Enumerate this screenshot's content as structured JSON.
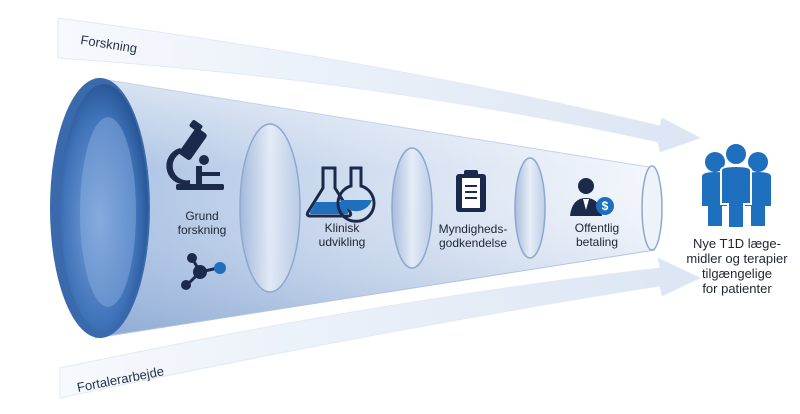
{
  "top_arrow": {
    "label": "Forskning"
  },
  "bottom_arrow": {
    "label": "Fortalerarbejde"
  },
  "stages": [
    {
      "label": "Grund\nforskning",
      "icons": [
        "microscope-icon",
        "molecule-icon"
      ]
    },
    {
      "label": "Klinisk\nudvikling",
      "icons": [
        "flask-icon"
      ]
    },
    {
      "label": "Myndigheds-\ngodkendelse",
      "icons": [
        "clipboard-icon"
      ]
    },
    {
      "label": "Offentlig\nbetaling",
      "icons": [
        "person-dollar-icon"
      ]
    }
  ],
  "outcome": {
    "label": "Nye T1D læge-\nmidler og terapier\ntilgængelige\nfor patienter",
    "icon": "people-group-icon"
  },
  "colors": {
    "funnel_blue": "#3c6fb4",
    "icon_navy": "#1b2a4a",
    "people_blue": "#1f6fbf",
    "arrow_light": "#eef3fb"
  }
}
